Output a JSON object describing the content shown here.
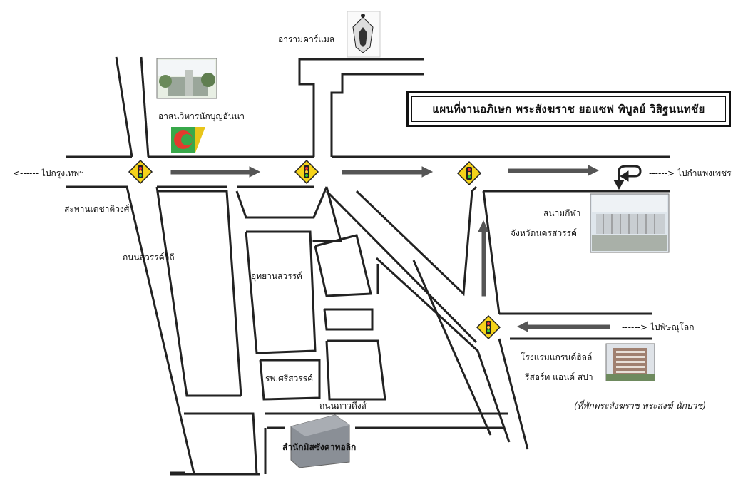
{
  "title": "แผนที่งานอภิเษก พระสังฆราช ยอแซฟ พิบูลย์ วิสิฐนนทชัย",
  "places": {
    "carmel": "อารามคาร์แมล",
    "cathedral": "อาสนวิหารนักบุญอันนา",
    "stadium_line1": "สนามกีฬา",
    "stadium_line2": "จังหวัดนครสวรรค์",
    "park": "อุทยานสวรรค์",
    "hospital": "รพ.ศรีสวรรค์",
    "diocese_office": "สำนักมิสซังคาทอลิก",
    "hotel_line1": "โรงแรมแกรนด์ฮิลล์",
    "hotel_line2": "รีสอร์ท แอนด์ สปา",
    "hotel_note": "(ที่พักพระสังฆราช พระสงฆ์ นักบวช)",
    "bridge": "สะพานเดชาติวงศ์"
  },
  "roads": {
    "sawan_withi": "ถนนสวรรค์วิถี",
    "dao_dueng": "ถนนดาวดึงส์"
  },
  "directions": {
    "bangkok": "<------ ไปกรุงเทพฯ",
    "kamphaeng_phet": "------> ไปกำแพงเพชร",
    "phitsanulok": "------> ไปพิษณุโลก"
  },
  "icons": {
    "traffic_light": "traffic-light-icon",
    "arrow": "arrow-icon",
    "u_turn": "u-turn-icon"
  },
  "colors": {
    "road_line": "#222222",
    "arrow_gray": "#555555",
    "sign_yellow": "#f5d31a",
    "office_box": "#8a8f96"
  }
}
